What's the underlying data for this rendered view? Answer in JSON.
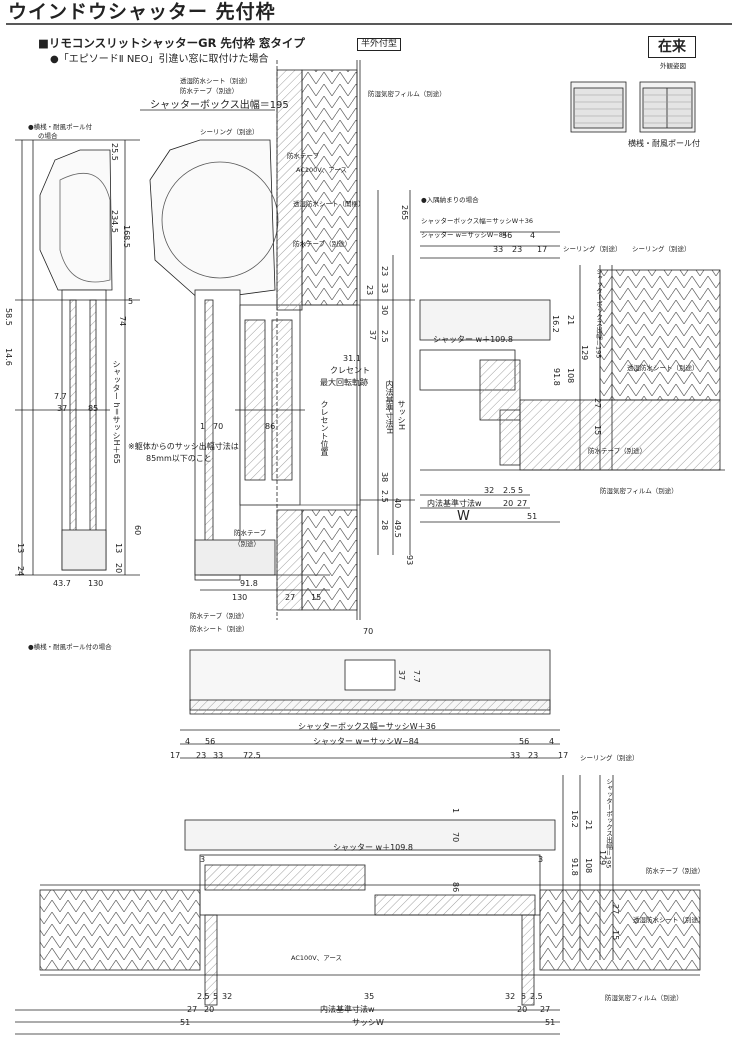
{
  "header": {
    "title": "ウインドウシャッター 先付枠",
    "subtitle": "■リモコンスリットシャッターGR 先付枠 窓タイプ",
    "subtitle_badge": "半外付型",
    "note": "●「エピソードⅡ NEO」引違い窓に取付けた場合",
    "zairai": "在来",
    "exterior_label": "外観姿図",
    "exterior_caption": "横桟・耐風ポール付"
  },
  "section_top": {
    "left_note1": "●横桟・耐風ポール付",
    "left_note2": "の場合",
    "labels": {
      "toushitsu_sheet": "透湿防水シート（別途）",
      "bousui_tape1": "防水テープ（別途）",
      "box_depth": "シャッターボックス出幅＝195",
      "kimitsu_film": "防湿気密フィルム（別途）",
      "sealing": "シーリング（別途）",
      "bousui_tape2": "防水テープ",
      "ac100v": "AC100V、アース",
      "toushitsu_sheet2": "透湿防水シート（開梱）",
      "bousui_tape3": "防水テープ（別途）",
      "crescent1": "クレセント",
      "crescent2": "最大回転軌跡",
      "crescent_pos": "クレセント位置",
      "naiho": "内法基準寸法H",
      "sash_h": "サッシH",
      "shutter_h": "シャッター h＝サッシH＋65",
      "note_1": "※躯体からのサッシ出幅寸法は",
      "note_2": "85mm以下のこと",
      "bousui_tape4": "防水テープ",
      "betto": "（別途）",
      "bousui_tape5": "防水テープ（別途）",
      "bousui_sheet": "防水シート（別途）"
    },
    "dims": {
      "d25_5": "25.5",
      "d234_5": "234.5",
      "d168_5": "168.5",
      "d58_5": "58.5",
      "d14_6": "14.6",
      "d5": "5",
      "d74": "74",
      "d7_7": "7.7",
      "d37": "37",
      "d85": "85",
      "d1": "1",
      "d70": "70",
      "d86": "86",
      "d31_1": "31.1",
      "d265": "265",
      "d23a": "23",
      "d33": "33",
      "d23b": "23",
      "d30": "30",
      "d37b": "37",
      "d2_5": "2.5",
      "d38": "38",
      "d2_5b": "2.5",
      "d40": "40",
      "d28": "28",
      "d49_5": "49.5",
      "d93": "93",
      "d60": "60",
      "d13": "13",
      "d13b": "13",
      "d24": "24",
      "d20": "20",
      "d43_7": "43.7",
      "d130": "130",
      "d91_8": "91.8",
      "d130b": "130",
      "d27": "27",
      "d15": "15"
    }
  },
  "section_right": {
    "heading": "●入隅納まりの場合",
    "box_w": "シャッターボックス幅＝サッシW＋36",
    "shutter_w": "シャッター w＝サッシW−84",
    "d56": "56",
    "d4": "4",
    "d33": "33",
    "d23": "23",
    "d17": "17",
    "sealing1": "シーリング（別途）",
    "sealing2": "シーリング（別途）",
    "shutter_w2": "シャッター w＋109.8",
    "box_depth": "シャッターボックス出幅＝195",
    "d16_2": "16.2",
    "d21": "21",
    "d129": "129",
    "d91_8": "91.8",
    "d108": "108",
    "d15": "15",
    "d27": "27",
    "toushitsu": "透湿防水シート（別途）",
    "bousui_tape": "防水テープ（別途）",
    "kimitsu": "防湿気密フィルム（別途）",
    "d32": "32",
    "d2_5": "2.5",
    "d5": "5",
    "naiho_w": "内法基準寸法w",
    "d20": "20",
    "d27b": "27",
    "W": "W",
    "d51": "51"
  },
  "section_bottom": {
    "heading": "●横桟・耐風ポール付の場合",
    "d70": "70",
    "d37": "37",
    "d7_7": "7.7",
    "box_w": "シャッターボックス幅＝サッシW＋36",
    "shutter_w": "シャッター w＝サッシW−84",
    "d56a": "56",
    "d4a": "4",
    "d56b": "56",
    "d4b": "4",
    "d17a": "17",
    "d23a": "23",
    "d33a": "33",
    "d72_5": "72.5",
    "d33b": "33",
    "d23b": "23",
    "d17b": "17",
    "sealing": "シーリング（別途）",
    "d1": "1",
    "d70b": "70",
    "shutter_w2": "シャッター w＋109.8",
    "box_depth": "シャッターボックス出幅＝195",
    "d16_2": "16.2",
    "d21": "21",
    "d129": "129",
    "d3a": "3",
    "d3b": "3",
    "d86": "86",
    "d91_8": "91.8",
    "d108": "108",
    "bousui_tape": "防水テープ（別途）",
    "d27": "27",
    "d15": "15",
    "toushitsu": "透湿防水シート（別途）",
    "ac100v": "AC100V、アース",
    "kimitsu": "防湿気密フィルム（別途）",
    "d2_5a": "2.5",
    "d5a": "5",
    "d32a": "32",
    "d35": "35",
    "d32b": "32",
    "d5b": "5",
    "d2_5b": "2.5",
    "d27a": "27",
    "d20a": "20",
    "naiho_w": "内法基準寸法w",
    "d20b": "20",
    "d27c": "27",
    "d51a": "51",
    "sash_w": "サッシW",
    "d51b": "51"
  },
  "colors": {
    "line": "#222222",
    "hatch": "#888888",
    "panel": "#dddddd"
  }
}
